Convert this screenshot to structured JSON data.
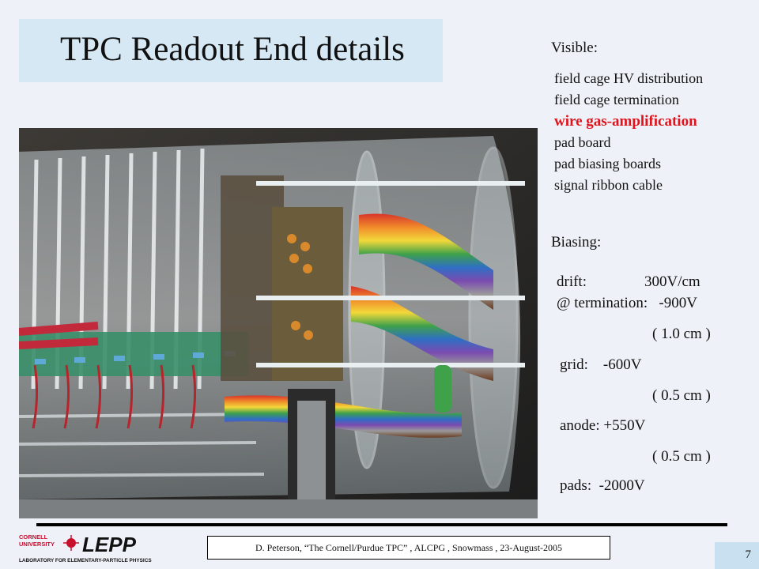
{
  "slide": {
    "title": "TPC Readout End details",
    "page_number": "7"
  },
  "visible": {
    "heading": "Visible:",
    "items": [
      "field cage HV distribution",
      "field cage termination",
      "wire gas-amplification",
      "pad board",
      "pad biasing boards",
      "signal ribbon cable"
    ],
    "highlight_color": "#e0121b"
  },
  "biasing": {
    "heading": "Biasing:",
    "drift_label": "drift:",
    "drift_value": "300V/cm",
    "termination": "@ termination:   -900V",
    "gap1": "( 1.0 cm )",
    "grid": "grid:    -600V",
    "gap2": "( 0.5 cm )",
    "anode": "anode: +550V",
    "gap3": "( 0.5 cm )",
    "pads": "pads:  -2000V"
  },
  "footer": {
    "citation": "D. Peterson,  “The Cornell/Purdue TPC” ,  ALCPG , Snowmass , 23-August-2005"
  },
  "logo": {
    "org_line1": "CORNELL",
    "org_line2": "UNIVERSITY",
    "lab": "LEPP",
    "lab_full": "LABORATORY FOR ELEMENTARY-PARTICLE PHYSICS"
  },
  "colors": {
    "title_band": "#d7e8f5",
    "page_band": "#c9e0f0",
    "logo_red": "#c8102e"
  }
}
